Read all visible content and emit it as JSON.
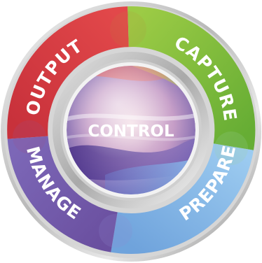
{
  "diagram": {
    "center": {
      "label": "CONTROL"
    },
    "segments": [
      {
        "id": "output",
        "label": "OUTPUT",
        "color": "#d93a3f"
      },
      {
        "id": "capture",
        "label": "CAPTURE",
        "color": "#7dbb3c"
      },
      {
        "id": "prepare",
        "label": "PREPARE",
        "color": "#8fbde4"
      },
      {
        "id": "manage",
        "label": "MANAGE",
        "color": "#6f57a8"
      }
    ]
  }
}
